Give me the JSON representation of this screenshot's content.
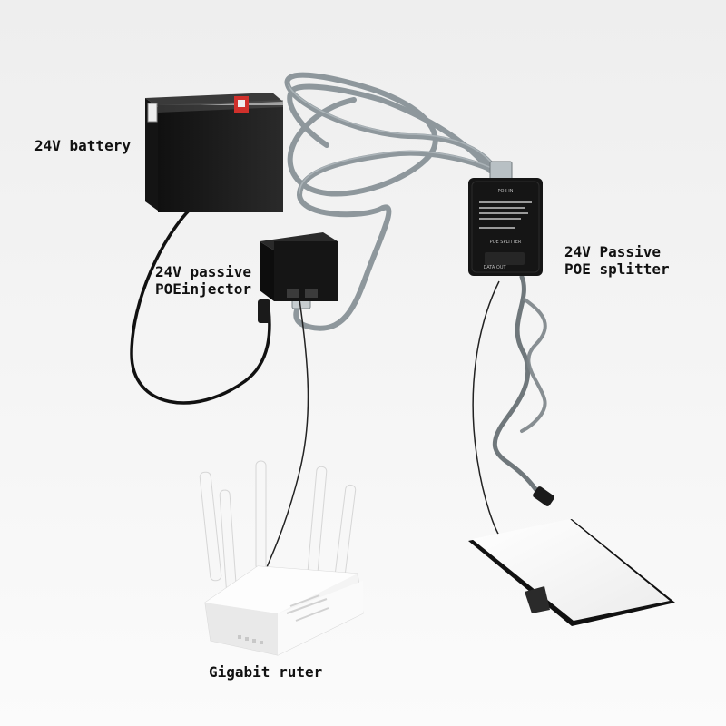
{
  "diagram": {
    "components": {
      "battery": {
        "label": "24V battery"
      },
      "injector": {
        "label_lines": [
          "24V passive",
          "POEinjector"
        ]
      },
      "splitter": {
        "label_lines": [
          "24V Passive",
          "POE splitter"
        ],
        "printed": {
          "top": "POE IN",
          "bottom": "DATA OUT",
          "tag": "POE SPLITTER"
        }
      },
      "router": {
        "label": "Gigabit ruter"
      },
      "dish": {}
    },
    "colors": {
      "background": "#f2f2f2",
      "ethernet_cable": "#8e979c",
      "battery_case": "#1c1c1c",
      "battery_terminal": "#d0302b",
      "device_black": "#151515",
      "router_white": "#f6f6f6",
      "dish_white": "#fafafa",
      "label_text": "#111111"
    }
  }
}
